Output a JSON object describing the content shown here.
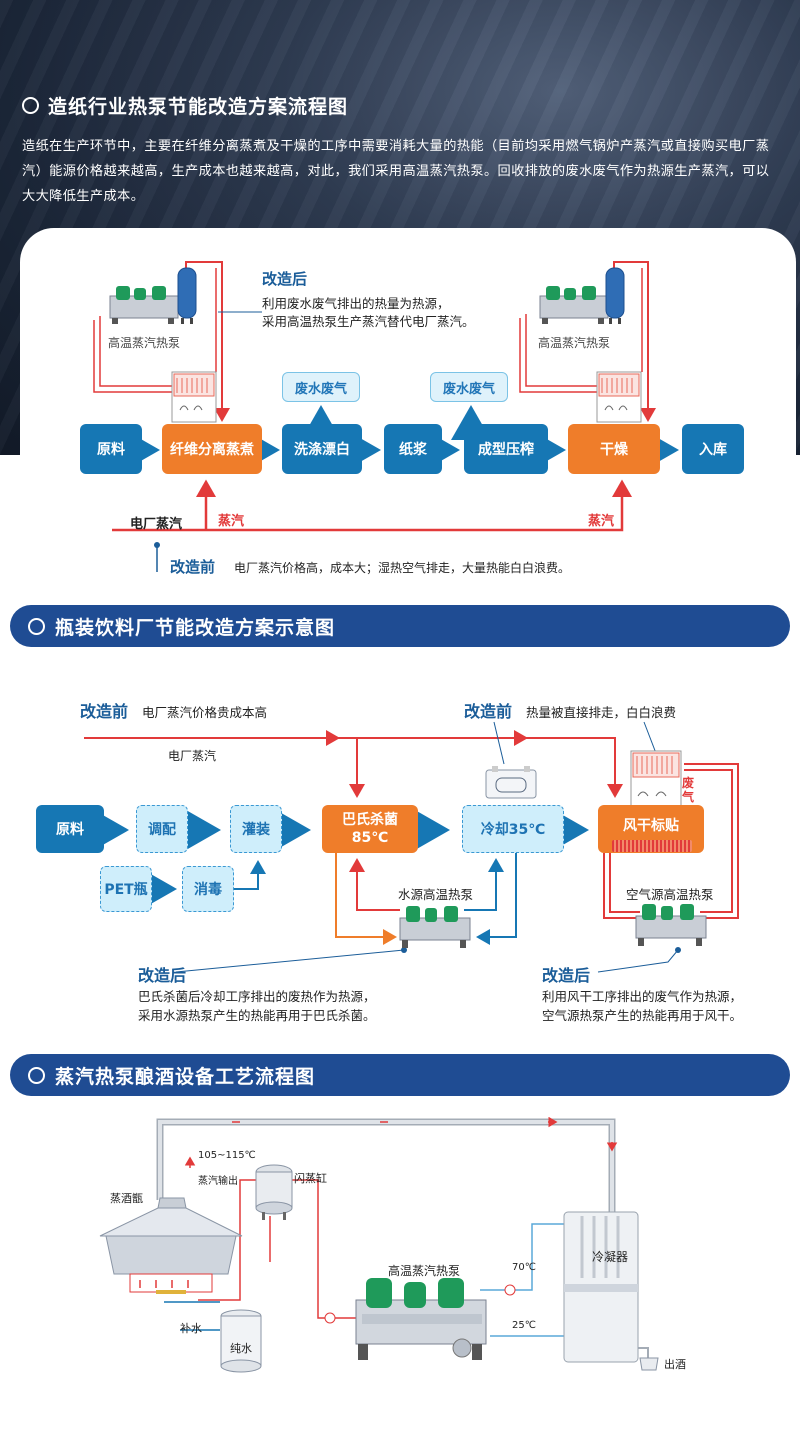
{
  "section1": {
    "title": "造纸行业热泵节能改造方案流程图",
    "desc": "造纸在生产环节中，主要在纤维分离蒸煮及干燥的工序中需要消耗大量的热能（目前均采用燃气锅炉产蒸汽或直接购买电厂蒸汽）能源价格越来越高，生产成本也越来越高，对此，我们采用高温蒸汽热泵。回收排放的废水废气作为热源生产蒸汽，可以大大降低生产成本。",
    "after_title": "改造后",
    "after_line1": "利用废水废气排出的热量为热源，",
    "after_line2": "采用高温热泵生产蒸汽替代电厂蒸汽。",
    "pump_label_left": "高温蒸汽热泵",
    "pump_label_right": "高温蒸汽热泵",
    "waste1": "废水废气",
    "waste2": "废水废气",
    "flow": [
      "原料",
      "纤维分离蒸煮",
      "洗涤漂白",
      "纸浆",
      "成型压榨",
      "干燥",
      "入库"
    ],
    "plant_steam": "电厂蒸汽",
    "steam1": "蒸汽",
    "steam2": "蒸汽",
    "before_title": "改造前",
    "before_text": "电厂蒸汽价格高，成本大；湿热空气排走，大量热能白白浪费。"
  },
  "section2": {
    "title": "瓶装饮料厂节能改造方案示意图",
    "before1_title": "改造前",
    "before1_text": "电厂蒸汽价格贵成本高",
    "before2_title": "改造前",
    "before2_text": "热量被直接排走，白白浪费",
    "plant_steam": "电厂蒸汽",
    "row1": [
      "原料",
      "调配",
      "灌装"
    ],
    "row2": [
      "PET瓶",
      "消毒"
    ],
    "pasteur": "巴氏杀菌",
    "pasteur_temp": "85℃",
    "cooling": "冷却35℃",
    "dry_label": "风干标贴",
    "waste_gas": "废气",
    "water_pump": "水源高温热泵",
    "air_pump": "空气源高温热泵",
    "after1_title": "改造后",
    "after1_line1": "巴氏杀菌后冷却工序排出的废热作为热源，",
    "after1_line2": "采用水源热泵产生的热能再用于巴氏杀菌。",
    "after2_title": "改造后",
    "after2_line1": "利用风干工序排出的废气作为热源，",
    "after2_line2": "空气源热泵产生的热能再用于风干。"
  },
  "section3": {
    "title": "蒸汽热泵酿酒设备工艺流程图",
    "temp_range": "105~115℃",
    "steam_out": "蒸汽输出",
    "flash_tank": "闪蒸缸",
    "still": "蒸酒甑",
    "makeup_water": "补水",
    "pure_water": "纯水",
    "pump_label": "高温蒸汽热泵",
    "temp70": "70℃",
    "temp25": "25℃",
    "condenser": "冷凝器",
    "liquor_out": "出酒"
  },
  "colors": {
    "blue": "#1677b4",
    "orange": "#ef7d2a",
    "red": "#e23a3a",
    "navy": "#1f4c93",
    "light_blue": "#dff2fb"
  }
}
